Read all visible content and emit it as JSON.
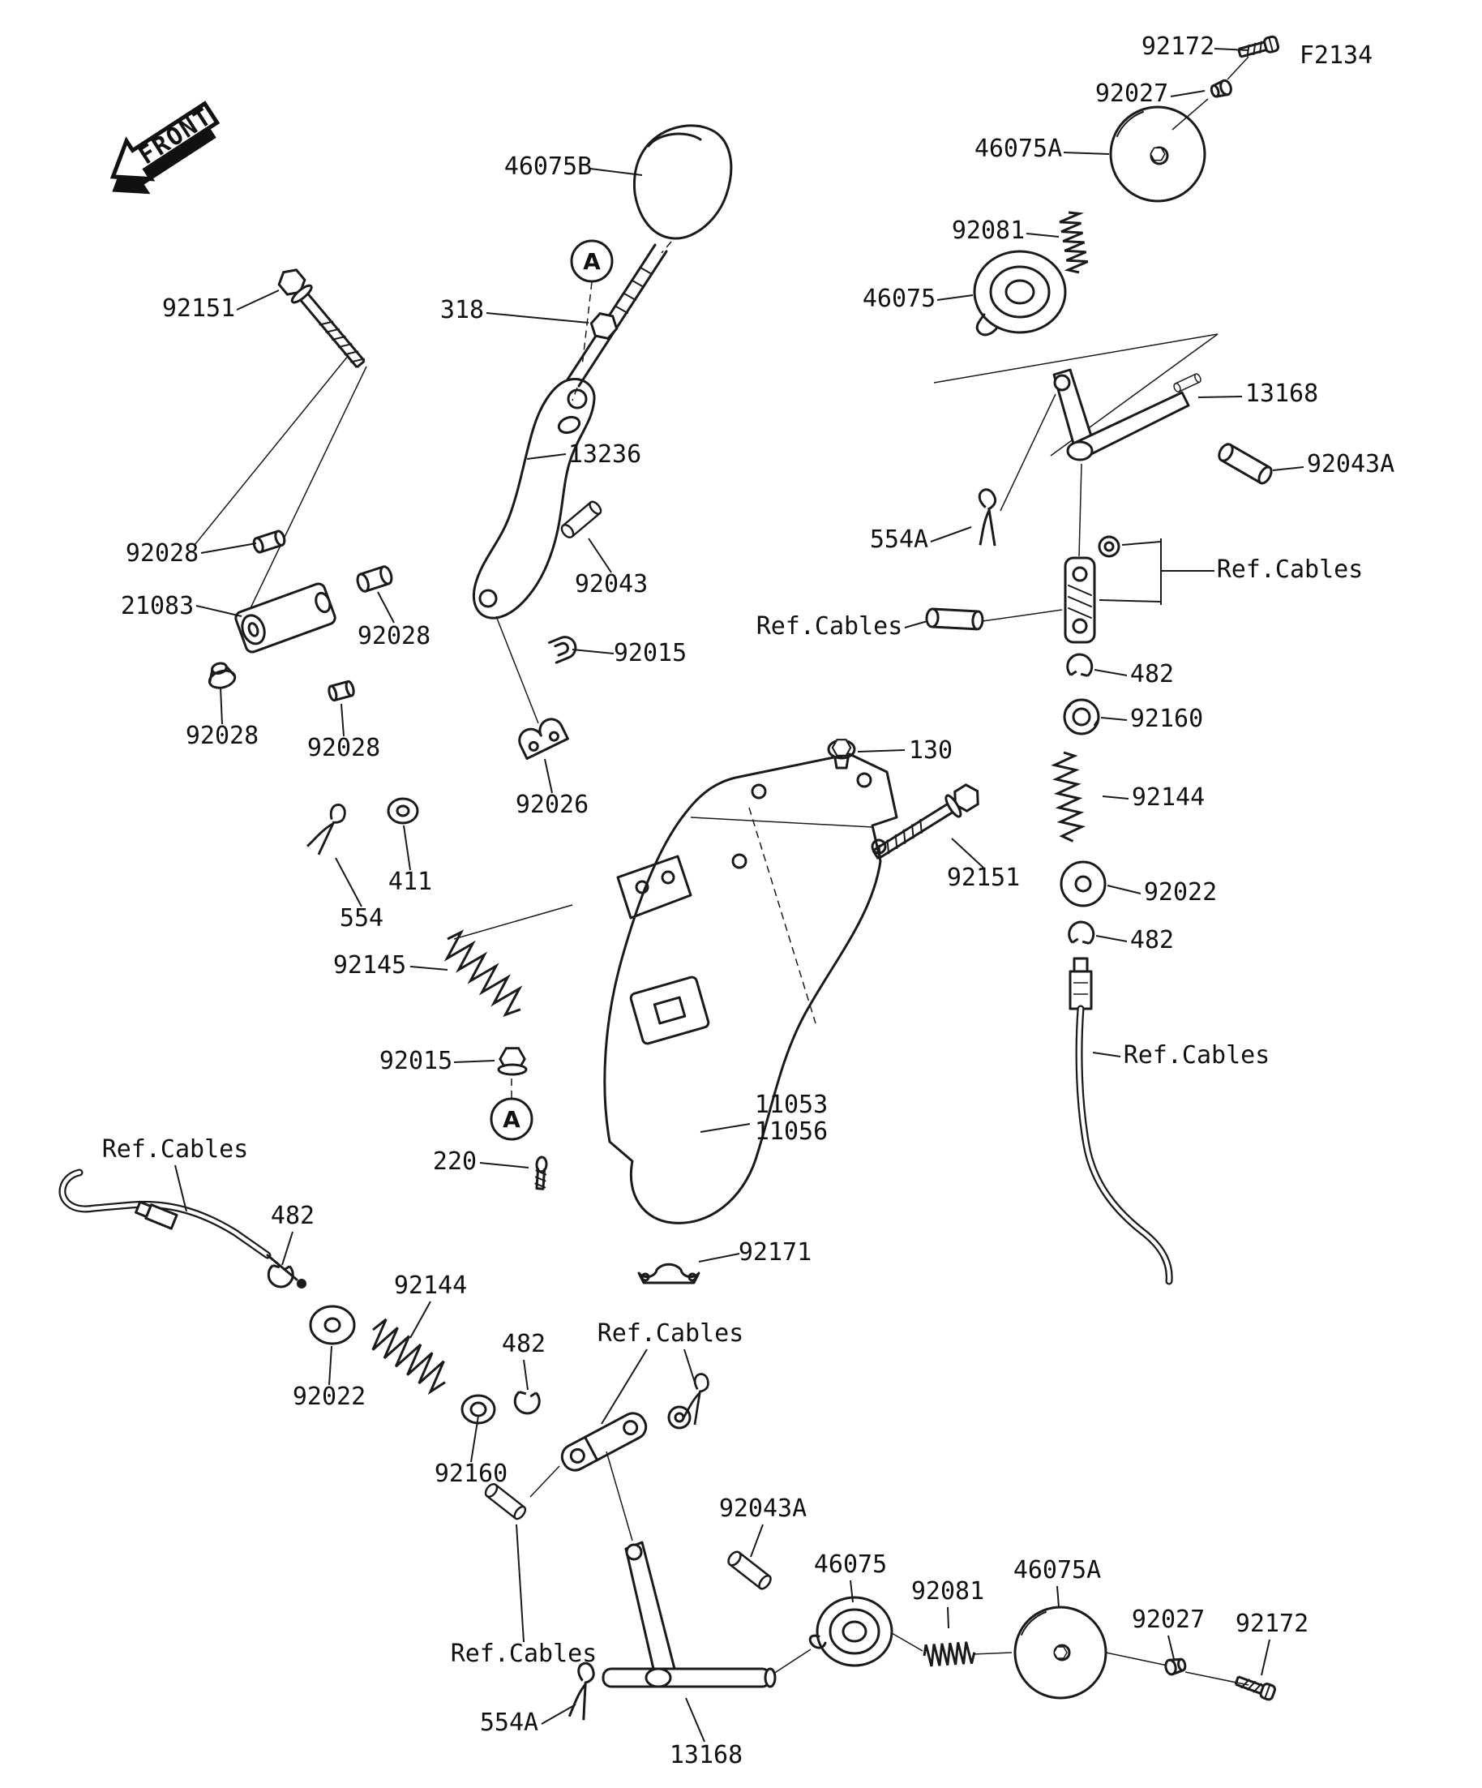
{
  "labels": {
    "front": "FRONT",
    "calloutA": "A",
    "f2134": "F2134",
    "p46075B": "46075B",
    "p92151_left": "92151",
    "p318": "318",
    "p13236": "13236",
    "p92028_1": "92028",
    "p21083": "21083",
    "p92028_2": "92028",
    "p92043": "92043",
    "p92015_1": "92015",
    "p92028_3": "92028",
    "p92028_4": "92028",
    "p92026": "92026",
    "p411": "411",
    "p554": "554",
    "p92145": "92145",
    "p92015_2": "92015",
    "p130": "130",
    "p92151_center": "92151",
    "p11053": "11053",
    "p11056": "11056",
    "p220": "220",
    "p92171": "92171",
    "refCables_left": "Ref.Cables",
    "p482_l1": "482",
    "p92144_left": "92144",
    "p92022_left": "92022",
    "p482_l2": "482",
    "p92160_left": "92160",
    "refCables_mid": "Ref.Cables",
    "p92043A_bot": "92043A",
    "p46075_bot": "46075",
    "p92081_bot": "92081",
    "p46075A_bot": "46075A",
    "p92027_bot": "92027",
    "p92172_bot": "92172",
    "refCables_botLeft": "Ref.Cables",
    "p554A_bot": "554A",
    "p13168_bot": "13168",
    "p92172_top": "92172",
    "p92027_top": "92027",
    "p46075A_top": "46075A",
    "p92081_top": "92081",
    "p46075_top": "46075",
    "p13168_right": "13168",
    "p92043A_right": "92043A",
    "p554A_right": "554A",
    "refCables_r1": "Ref.Cables",
    "refCables_r2": "Ref.Cables",
    "p482_r1": "482",
    "p92160_right": "92160",
    "p92144_right": "92144",
    "p92022_right": "92022",
    "p482_r2": "482",
    "refCables_r3": "Ref.Cables"
  }
}
